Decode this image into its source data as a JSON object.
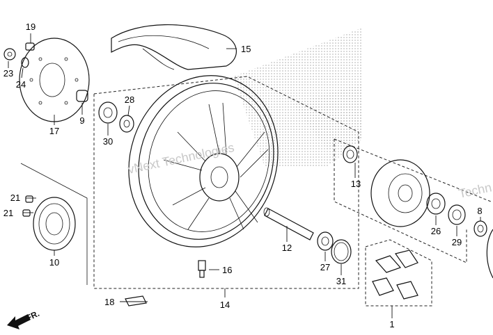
{
  "labels": {
    "l1": "1",
    "l8": "8",
    "l9": "9",
    "l10": "10",
    "l12": "12",
    "l13": "13",
    "l14": "14",
    "l15": "15",
    "l16": "16",
    "l17": "17",
    "l18": "18",
    "l19": "19",
    "l21a": "21",
    "l21b": "21",
    "l23": "23",
    "l24": "24",
    "l26": "26",
    "l27": "27",
    "l28": "28",
    "l29": "29",
    "l30": "30",
    "l31": "31"
  },
  "direction_marker": "FR.",
  "watermark": {
    "line1": "vNext Technologies",
    "line2": "Techn"
  },
  "colors": {
    "line": "#111111",
    "dots": "#bdbdbd",
    "background": "#ffffff"
  },
  "icons": [
    "front-arrow-icon"
  ]
}
